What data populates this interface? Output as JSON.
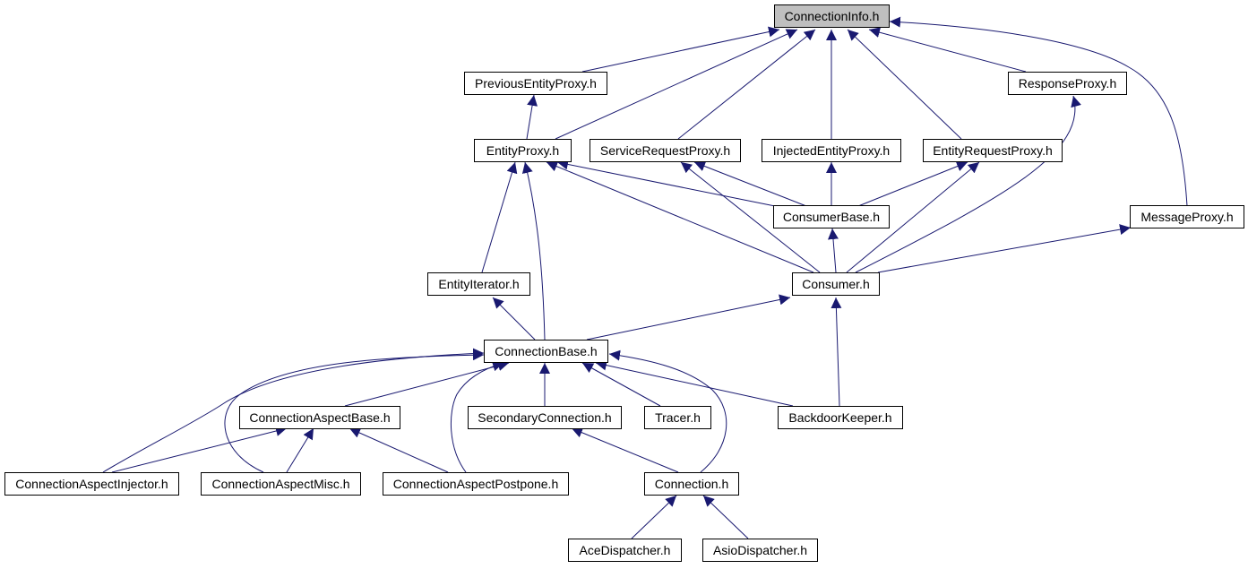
{
  "colors": {
    "edge": "#191970",
    "root_fill": "#bfbfbf",
    "node_fill": "#ffffff"
  },
  "nodes": {
    "connection_info": "ConnectionInfo.h",
    "previous_entity_proxy": "PreviousEntityProxy.h",
    "response_proxy": "ResponseProxy.h",
    "entity_proxy": "EntityProxy.h",
    "service_request_proxy": "ServiceRequestProxy.h",
    "injected_entity_proxy": "InjectedEntityProxy.h",
    "entity_request_proxy": "EntityRequestProxy.h",
    "consumer_base": "ConsumerBase.h",
    "message_proxy": "MessageProxy.h",
    "entity_iterator": "EntityIterator.h",
    "consumer": "Consumer.h",
    "connection_base": "ConnectionBase.h",
    "connection_aspect_base": "ConnectionAspectBase.h",
    "secondary_connection": "SecondaryConnection.h",
    "tracer": "Tracer.h",
    "backdoor_keeper": "BackdoorKeeper.h",
    "connection_aspect_injector": "ConnectionAspectInjector.h",
    "connection_aspect_misc": "ConnectionAspectMisc.h",
    "connection_aspect_postpone": "ConnectionAspectPostpone.h",
    "connection": "Connection.h",
    "ace_dispatcher": "AceDispatcher.h",
    "asio_dispatcher": "AsioDispatcher.h"
  }
}
